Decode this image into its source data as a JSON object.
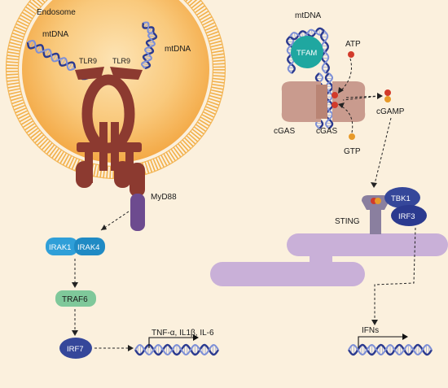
{
  "labels": {
    "endosome": "Endosome",
    "mtdna_left": "mtDNA",
    "mtdna_right": "mtDNA",
    "tlr9_left": "TLR9",
    "tlr9_right": "TLR9",
    "myd88": "MyD88",
    "irak1": "IRAK1",
    "irak4": "IRAK4",
    "traf6": "TRAF6",
    "irf7": "IRF7",
    "cytokines": "TNF-α, IL1β, IL-6",
    "mtdna_top": "mtDNA",
    "tfam": "TFAM",
    "atp": "ATP",
    "gtp": "GTP",
    "cgamp": "cGAMP",
    "cgas_left": "cGAS",
    "cgas_right": "cGAS",
    "sting": "STING",
    "tbk1": "TBK1",
    "irf3": "IRF3",
    "ifns": "IFNs"
  },
  "colors": {
    "background": "#fbf0dd",
    "endosome_fill": "#f6b356",
    "membrane": "#f2b04a",
    "tlr9": "#8c3a30",
    "myd88": "#6d4b8f",
    "irak": "#2f9fd8",
    "traf6": "#7fc89a",
    "irf": "#35479a",
    "tfam": "#1fa7a0",
    "cgas": "#c99b8e",
    "er": "#c9b0d8",
    "sting": "#8a7f9f",
    "dna_dark": "#2b3a8f",
    "dna_light": "#7d8fd6"
  }
}
